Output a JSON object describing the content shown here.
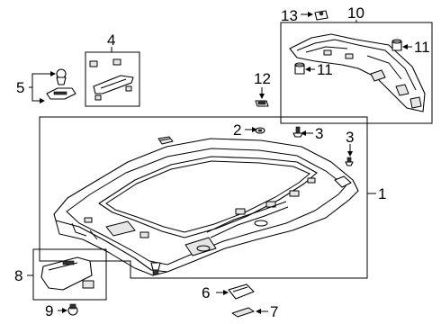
{
  "callouts": {
    "c1": "1",
    "c2": "2",
    "c3a": "3",
    "c3b": "3",
    "c4": "4",
    "c5": "5",
    "c6": "6",
    "c7": "7",
    "c8": "8",
    "c9": "9",
    "c10": "10",
    "c11a": "11",
    "c11b": "11",
    "c12": "12",
    "c13": "13"
  }
}
